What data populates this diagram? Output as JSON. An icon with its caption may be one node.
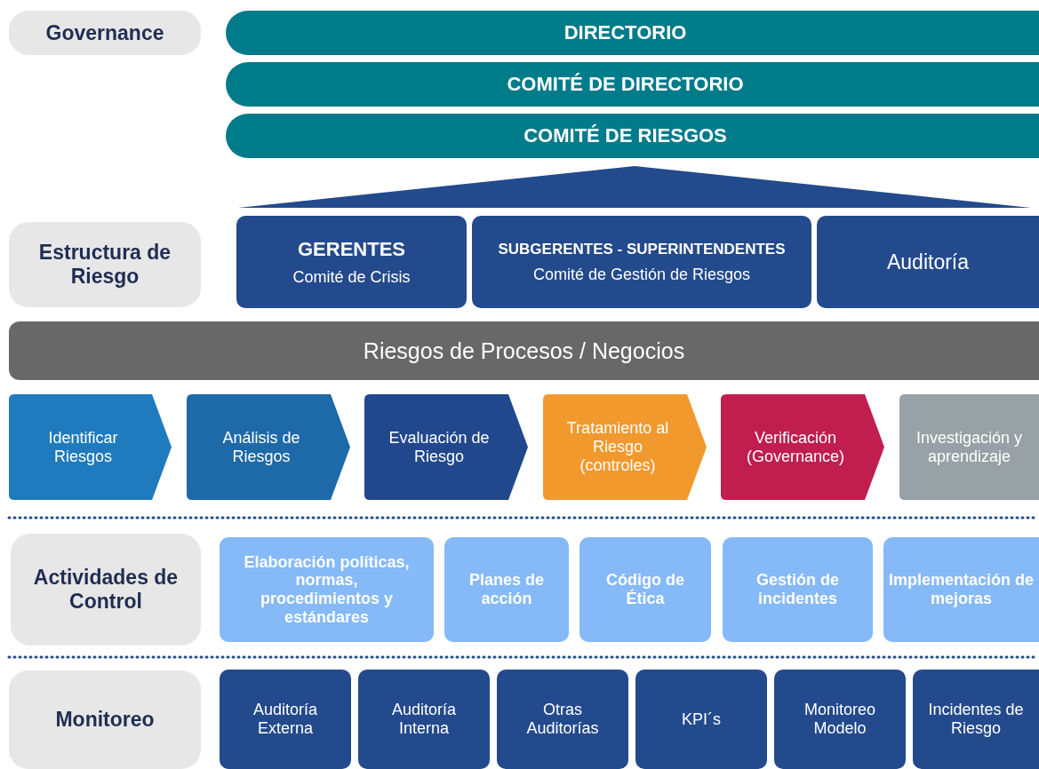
{
  "diagram": {
    "nodes": [
      {
        "text": [
          "Governance"
        ]
      },
      {
        "text": [
          "DIRECTORIO"
        ]
      },
      {
        "text": [
          "COMITÉ DE DIRECTORIO"
        ]
      },
      {
        "text": [
          "COMITÉ DE RIESGOS"
        ]
      },
      {
        "text": [],
        "shape": "triangle"
      },
      {
        "text": [
          "Estructura de Riesgo"
        ]
      },
      {
        "text": [
          "GERENTES",
          "Comité de Crisis"
        ]
      },
      {
        "text": [
          "SUBGERENTES - SUPERINTENDENTES",
          "Comité de Gestión de Riesgos"
        ]
      },
      {
        "text": [
          "Auditoría"
        ]
      },
      {
        "text": [
          "Riesgos de Procesos / Negocios"
        ]
      },
      {
        "text": [
          "Identificar Riesgos"
        ]
      },
      {
        "text": [
          "Análisis de Riesgos"
        ]
      },
      {
        "text": [
          "Evaluación de Riesgo"
        ]
      },
      {
        "text": [
          "Tratamiento al Riesgo (controles)"
        ]
      },
      {
        "text": [
          "Verificación (Governance)"
        ]
      },
      {
        "text": [
          "Investigación y aprendizaje"
        ]
      },
      {
        "text": [
          "Actividades de Control"
        ]
      },
      {
        "text": [
          "Elaboración políticas, normas, procedimientos y estándares"
        ]
      },
      {
        "text": [
          "Planes de acción"
        ]
      },
      {
        "text": [
          "Código de Ética"
        ]
      },
      {
        "text": [
          "Gestión de incidentes"
        ]
      },
      {
        "text": [
          "Implementación de mejoras"
        ]
      },
      {
        "text": [
          "Monitoreo"
        ]
      },
      {
        "text": [
          "Auditoría Externa"
        ]
      },
      {
        "text": [
          "Auditoría Interna"
        ]
      },
      {
        "text": [
          "Otras Auditorías"
        ]
      },
      {
        "text": [
          "KPI´s"
        ]
      },
      {
        "text": [
          "Monitoreo Modelo"
        ]
      },
      {
        "text": [
          "Incidentes de Riesgo"
        ]
      }
    ]
  }
}
